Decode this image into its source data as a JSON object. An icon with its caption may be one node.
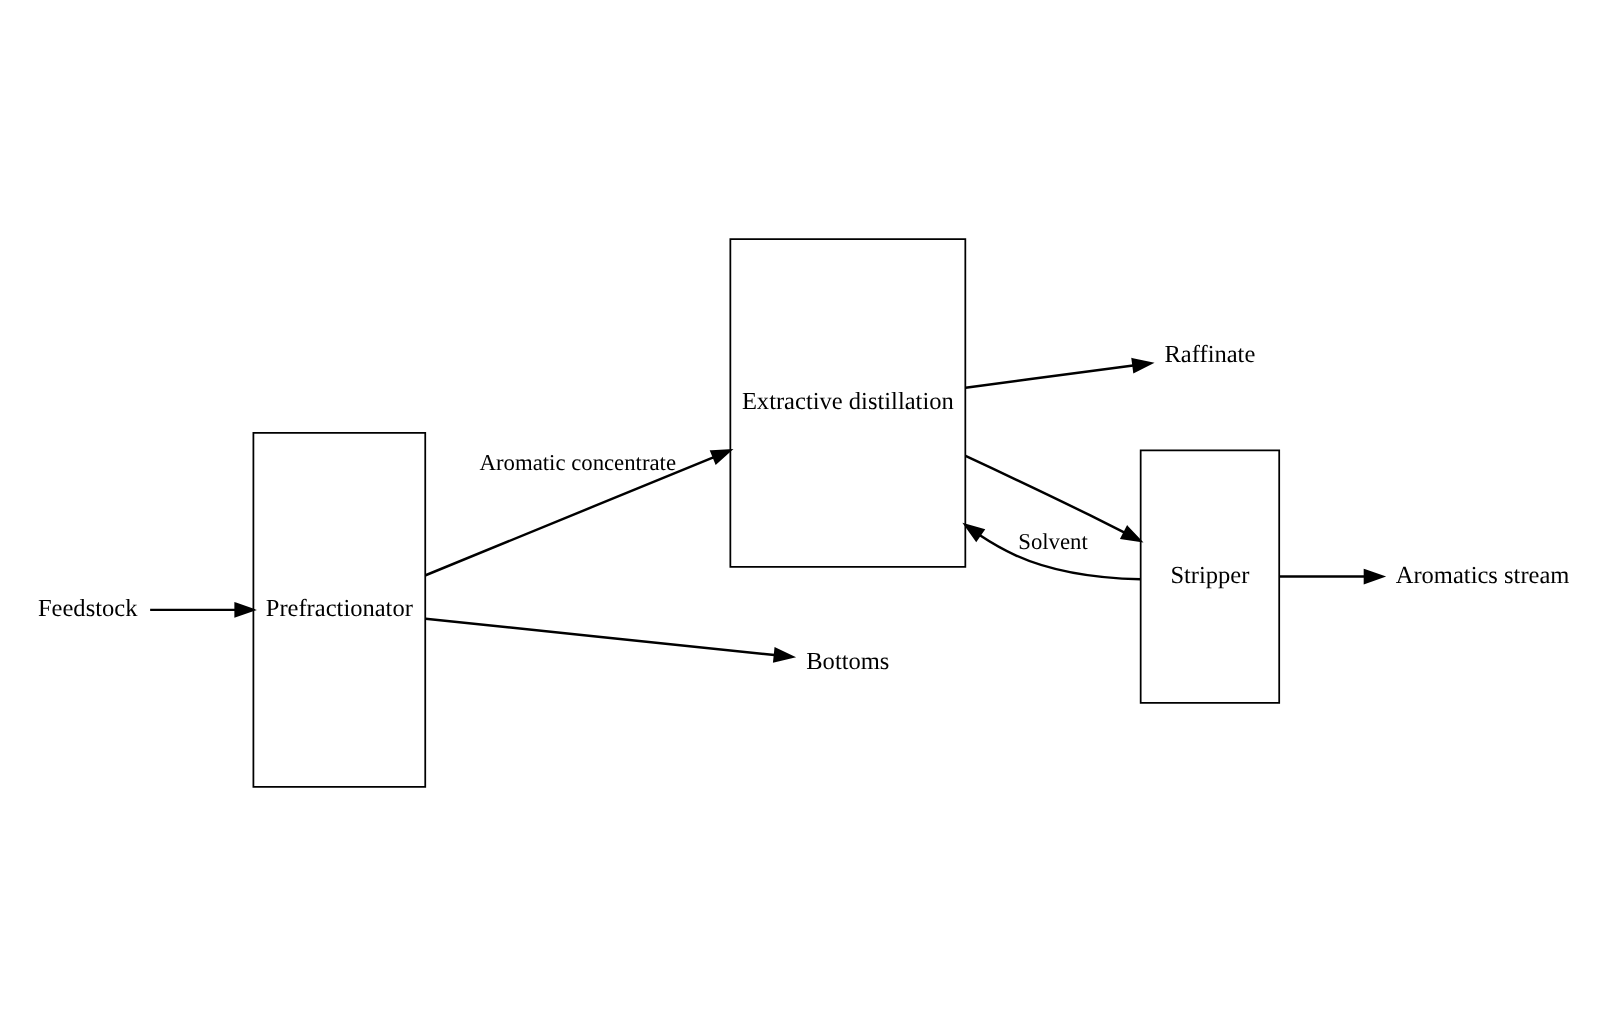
{
  "diagram": {
    "nodes": [
      {
        "text": [
          "Feedstock"
        ]
      },
      {
        "text": [
          "Prefractionator"
        ]
      },
      {
        "text": [
          "Extractive distillation"
        ]
      },
      {
        "text": [
          "Raffinate"
        ]
      },
      {
        "text": [
          "Stripper"
        ]
      },
      {
        "text": [
          "Aromatics stream"
        ]
      },
      {
        "text": [
          "Bottoms"
        ]
      }
    ],
    "edges": [
      {
        "from": 0,
        "to": 1,
        "arrow": "to"
      },
      {
        "from": 1,
        "to": 2,
        "arrow": "to",
        "label": "Aromatic concentrate"
      },
      {
        "from": 2,
        "to": 3,
        "arrow": "to"
      },
      {
        "from": 2,
        "to": 4,
        "arrow": "to"
      },
      {
        "from": 4,
        "to": 5,
        "arrow": "to"
      },
      {
        "from": 1,
        "to": 6,
        "arrow": "to"
      },
      {
        "from": 4,
        "to": 2,
        "arrow": "to",
        "label": "Solvent"
      }
    ]
  }
}
